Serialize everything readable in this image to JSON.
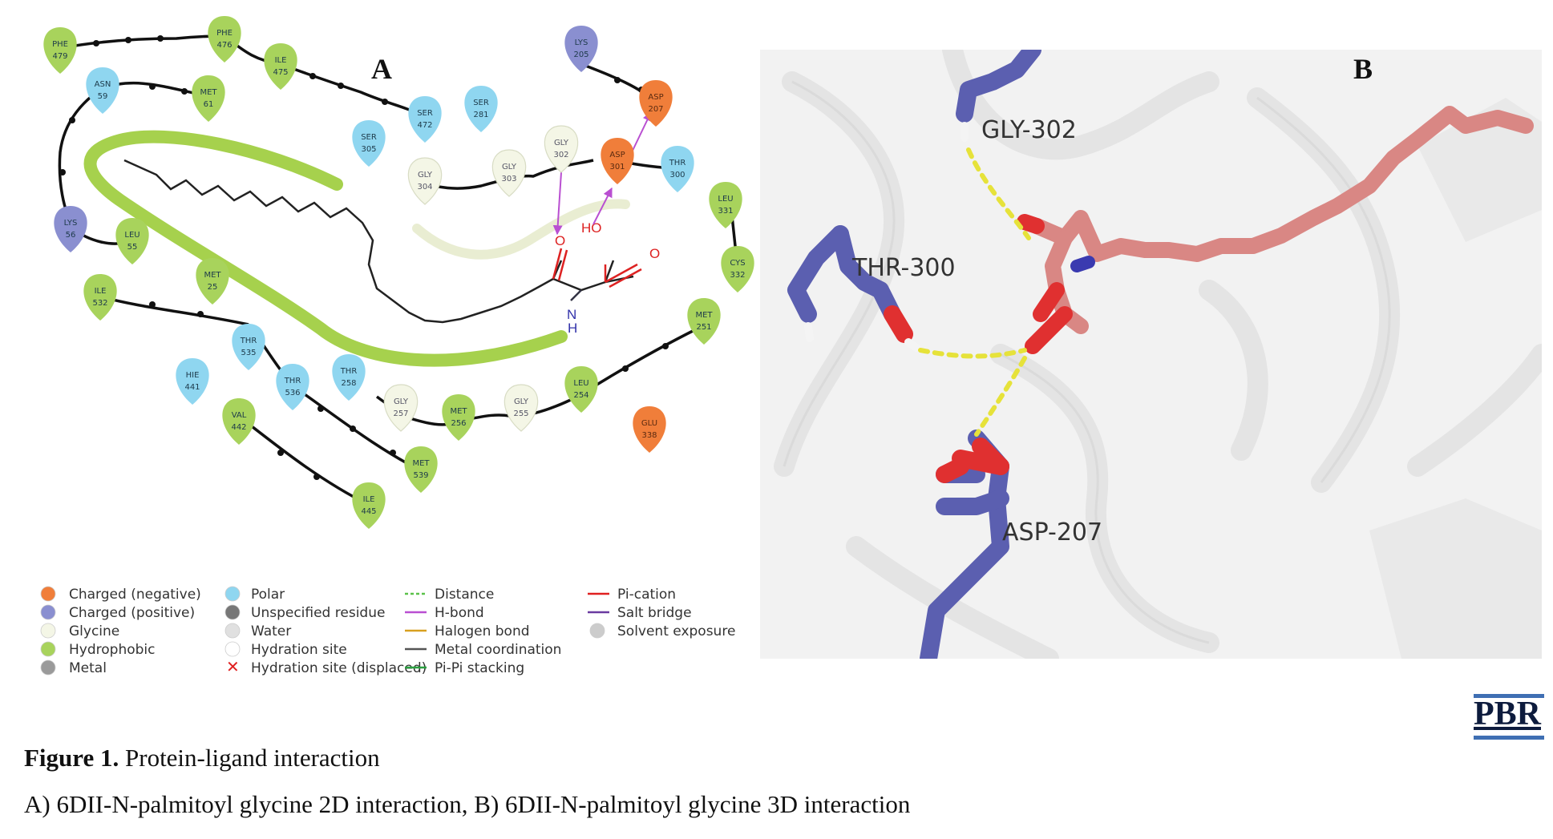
{
  "panel_a": {
    "label": "A",
    "residues": [
      {
        "name": "PHE",
        "num": "479",
        "type": "hydrophobic"
      },
      {
        "name": "PHE",
        "num": "476",
        "type": "hydrophobic"
      },
      {
        "name": "ILE",
        "num": "475",
        "type": "hydrophobic"
      },
      {
        "name": "ASN",
        "num": "59",
        "type": "polar"
      },
      {
        "name": "MET",
        "num": "61",
        "type": "hydrophobic"
      },
      {
        "name": "SER",
        "num": "472",
        "type": "polar"
      },
      {
        "name": "SER",
        "num": "281",
        "type": "polar"
      },
      {
        "name": "LYS",
        "num": "205",
        "type": "positive"
      },
      {
        "name": "ASP",
        "num": "207",
        "type": "negative"
      },
      {
        "name": "SER",
        "num": "305",
        "type": "polar"
      },
      {
        "name": "GLY",
        "num": "304",
        "type": "glycine"
      },
      {
        "name": "GLY",
        "num": "303",
        "type": "glycine"
      },
      {
        "name": "GLY",
        "num": "302",
        "type": "glycine"
      },
      {
        "name": "ASP",
        "num": "301",
        "type": "negative"
      },
      {
        "name": "THR",
        "num": "300",
        "type": "polar"
      },
      {
        "name": "LEU",
        "num": "331",
        "type": "hydrophobic"
      },
      {
        "name": "CYS",
        "num": "332",
        "type": "hydrophobic"
      },
      {
        "name": "LYS",
        "num": "56",
        "type": "positive"
      },
      {
        "name": "LEU",
        "num": "55",
        "type": "hydrophobic"
      },
      {
        "name": "MET",
        "num": "25",
        "type": "hydrophobic"
      },
      {
        "name": "ILE",
        "num": "532",
        "type": "hydrophobic"
      },
      {
        "name": "MET",
        "num": "251",
        "type": "hydrophobic"
      },
      {
        "name": "THR",
        "num": "535",
        "type": "polar"
      },
      {
        "name": "HIE",
        "num": "441",
        "type": "polar"
      },
      {
        "name": "THR",
        "num": "536",
        "type": "polar"
      },
      {
        "name": "THR",
        "num": "258",
        "type": "polar"
      },
      {
        "name": "GLY",
        "num": "257",
        "type": "glycine"
      },
      {
        "name": "MET",
        "num": "256",
        "type": "hydrophobic"
      },
      {
        "name": "GLY",
        "num": "255",
        "type": "glycine"
      },
      {
        "name": "LEU",
        "num": "254",
        "type": "hydrophobic"
      },
      {
        "name": "VAL",
        "num": "442",
        "type": "hydrophobic"
      },
      {
        "name": "GLU",
        "num": "338",
        "type": "negative"
      },
      {
        "name": "MET",
        "num": "539",
        "type": "hydrophobic"
      },
      {
        "name": "ILE",
        "num": "445",
        "type": "hydrophobic"
      }
    ],
    "atoms": {
      "o_amide": "O",
      "ho": "HO",
      "o_acid": "O",
      "n": "N",
      "h": "H"
    },
    "legend": {
      "col1": [
        "Charged (negative)",
        "Charged (positive)",
        "Glycine",
        "Hydrophobic",
        "Metal"
      ],
      "col2": [
        "Polar",
        "Unspecified residue",
        "Water",
        "Hydration site",
        "Hydration site (displaced)"
      ],
      "col3": [
        "Distance",
        "H-bond",
        "Halogen bond",
        "Metal coordination",
        "Pi-Pi stacking"
      ],
      "col4": [
        "Pi-cation",
        "Salt bridge",
        "Solvent exposure"
      ]
    },
    "colors": {
      "negative": "#f07e3a",
      "positive": "#8a8fd0",
      "glycine": "#f4f6e6",
      "hydrophobic": "#a8d35c",
      "polar": "#8fd6f0",
      "metal": "#9a9a9a",
      "hbond": "#b94fd1"
    }
  },
  "panel_b": {
    "label": "B",
    "residue_labels": [
      "GLY-302",
      "THR-300",
      "ASP-207"
    ],
    "colors": {
      "protein_sticks": "#5b5fb0",
      "ligand": "#d98784",
      "oxygen": "#e03030",
      "hbond": "#e6e23a"
    }
  },
  "logo": "PBR",
  "caption": {
    "prefix": "Figure 1.",
    "title": " Protein-ligand interaction",
    "line2": "A) 6DII-N-palmitoyl glycine 2D interaction, B) 6DII-N-palmitoyl glycine 3D interaction"
  }
}
